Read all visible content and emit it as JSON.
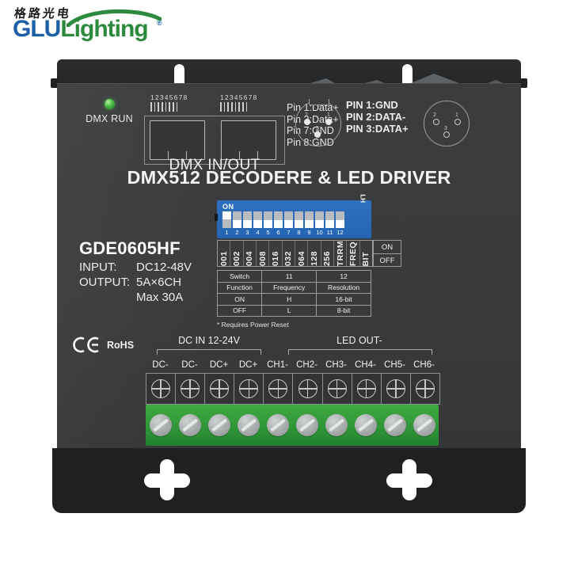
{
  "brand": {
    "chinese": "格路光电",
    "name_part1": "GLU",
    "name_part2": "Lighting",
    "registered": "®",
    "arc_color": "#2c8a3d",
    "blue": "#1b5fa8"
  },
  "device": {
    "title": "DMX512 DECODERE & LED DRIVER",
    "model": "GDE0605HF",
    "input_label": "INPUT:",
    "input_value": "DC12-48V",
    "output_label": "OUTPUT:",
    "output_value": "5A×6CH",
    "output_value2": "Max 30A",
    "body_color": "#3a3c3e",
    "bracket_color": "#1e2022"
  },
  "indicator": {
    "label": "DMX RUN",
    "led_color": "#4fbf4a",
    "state": "on"
  },
  "dmx_ports": {
    "group_label": "DMX IN/OUT",
    "pin_numbers": "12345678",
    "port_count": 2,
    "pin_legend": [
      "Pin 1:Data+",
      "Pin 2:Data+",
      "Pin 7:GND",
      "Pin 8:GND"
    ]
  },
  "xlr": {
    "pin_legend": [
      "PIN 1:GND",
      "PIN 2:DATA-",
      "PIN 3:DATA+"
    ],
    "left_type": "male",
    "right_type": "female",
    "pin_labels": [
      "1",
      "2",
      "3"
    ]
  },
  "dip_switch": {
    "on_label": "ON",
    "side_label": "LH",
    "switch_color": "#2566b4",
    "count": 12,
    "numbers": [
      "1",
      "2",
      "3",
      "4",
      "5",
      "6",
      "7",
      "8",
      "9",
      "10",
      "11",
      "12"
    ],
    "positions": [
      "up",
      "down",
      "down",
      "down",
      "down",
      "down",
      "down",
      "down",
      "down",
      "down",
      "down",
      "down"
    ],
    "code_labels": [
      "001",
      "002",
      "004",
      "008",
      "016",
      "032",
      "064",
      "128",
      "256",
      "TRRM",
      "FREQ",
      "BIT"
    ],
    "onoff_box": [
      "ON",
      "OFF"
    ]
  },
  "spec_table": {
    "rows": [
      [
        "Switch",
        "11",
        "12"
      ],
      [
        "Function",
        "Frequency",
        "Resolution"
      ],
      [
        "ON",
        "H",
        "16-bit"
      ],
      [
        "OFF",
        "L",
        "8-bit"
      ]
    ],
    "note": "* Requires Power Reset"
  },
  "certification": {
    "ce": "CE",
    "rohs": "RoHS"
  },
  "terminals": {
    "group_left_label": "DC IN 12-24V",
    "group_right_label": "LED OUT-",
    "names": [
      "DC-",
      "DC-",
      "DC+",
      "DC+",
      "CH1-",
      "CH2-",
      "CH3-",
      "CH4-",
      "CH5-",
      "CH6-"
    ],
    "count": 10,
    "block_color": "#2f9638"
  }
}
